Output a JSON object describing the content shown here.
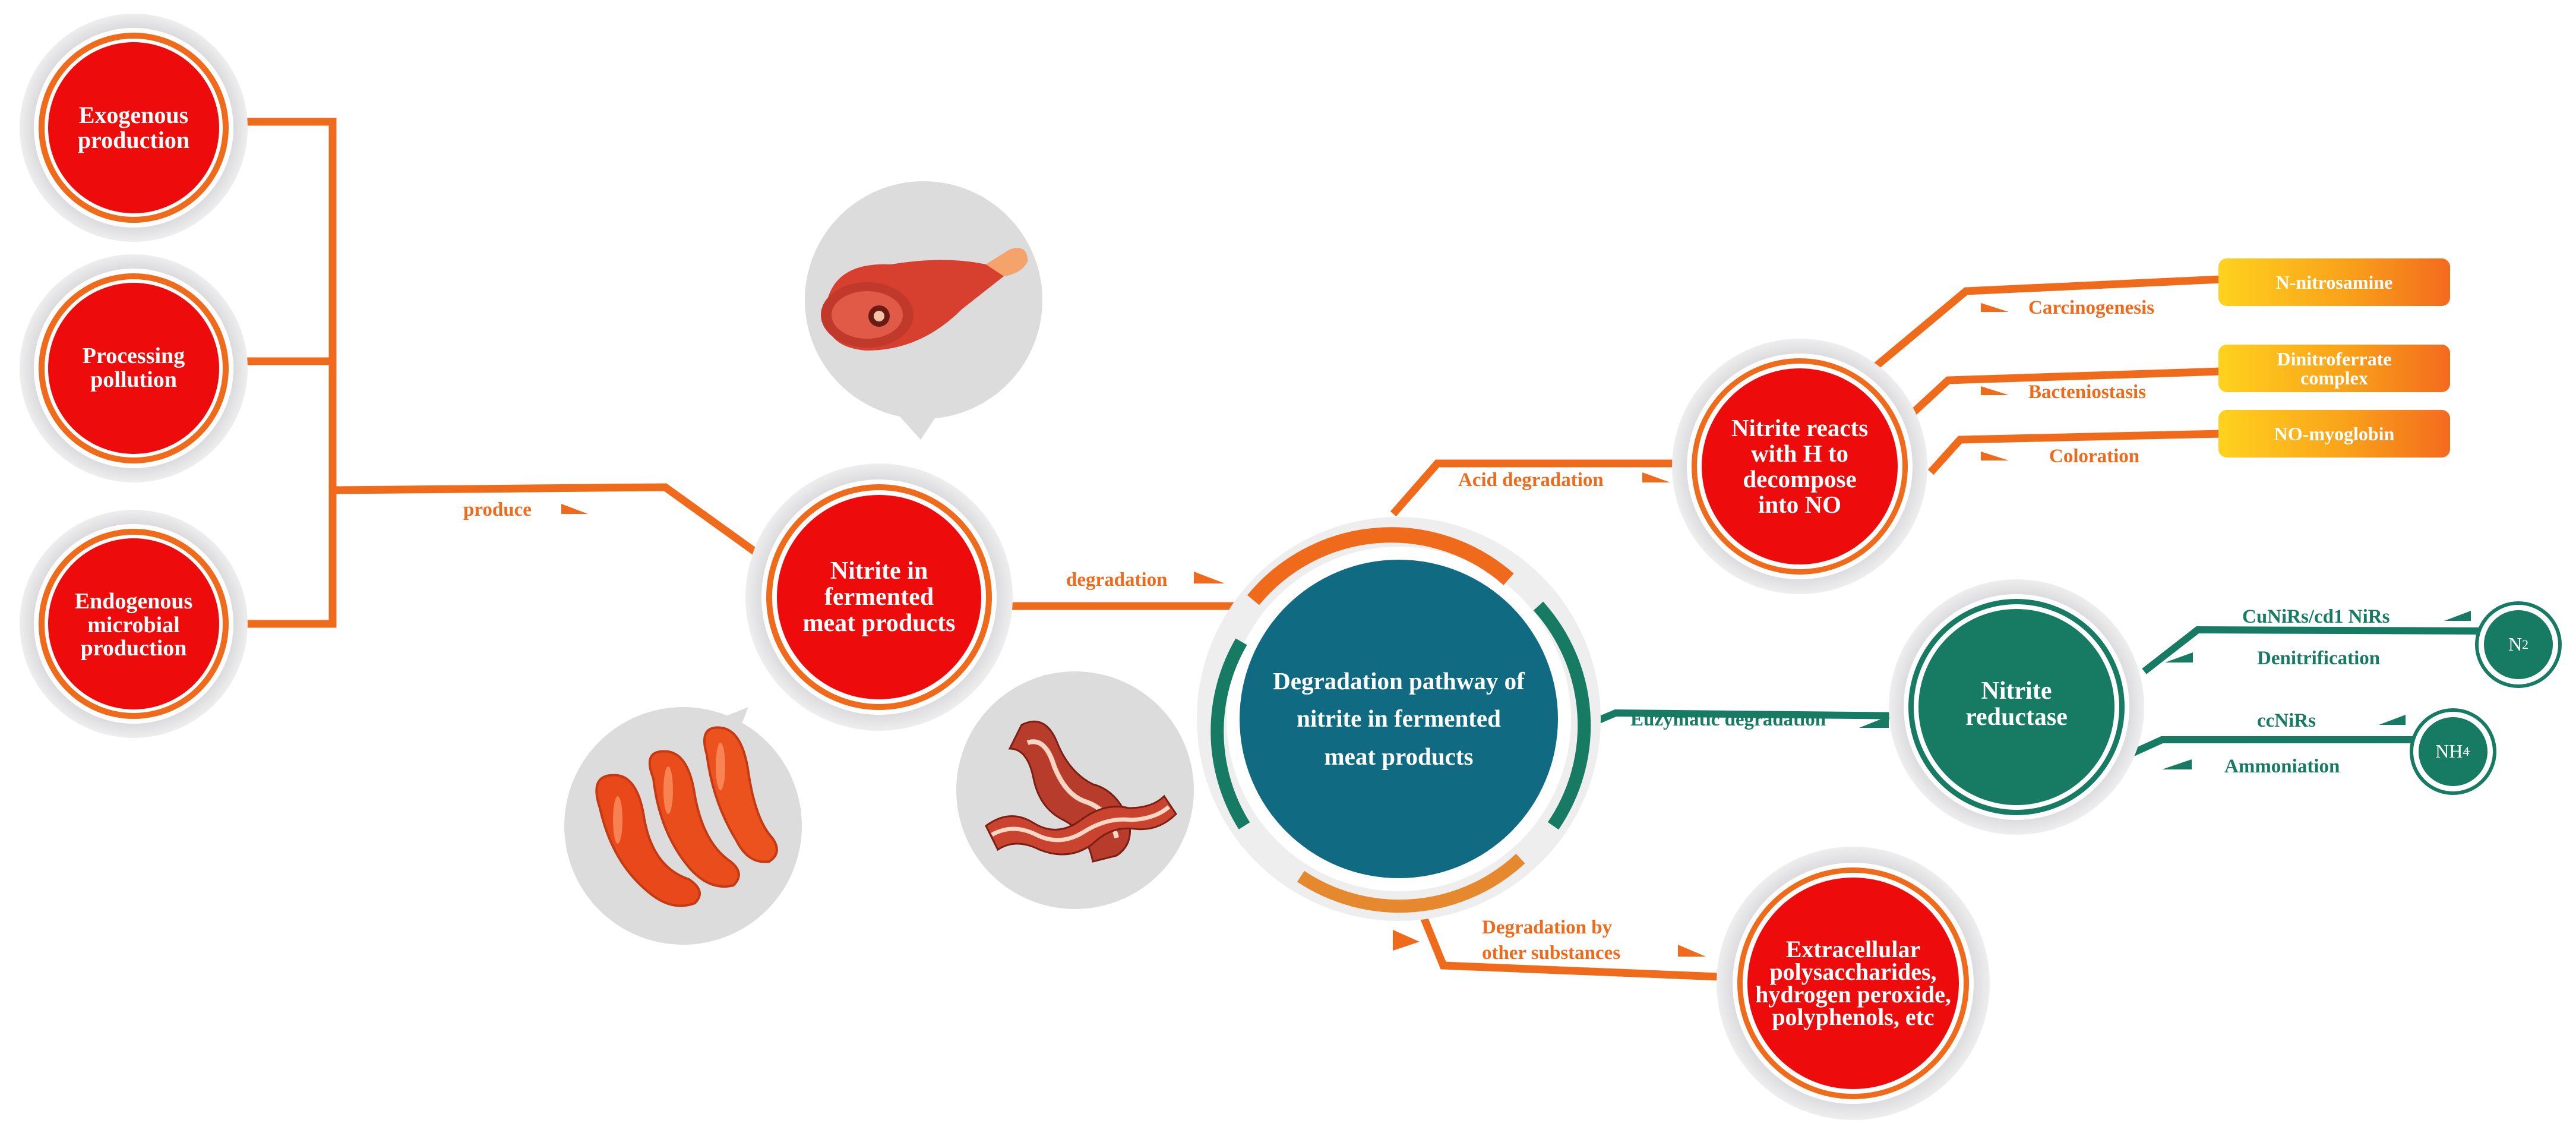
{
  "colors": {
    "orange": "#f06a1c",
    "red": "#ee0b0b",
    "teal": "#0f6a82",
    "green": "#177a63",
    "grey": "#dcdcdd"
  },
  "sources": {
    "exogenous": "Exogenous production",
    "processing": "Processing pollution",
    "endogenous": "Endogenous microbial production"
  },
  "nitrite_node": "Nitrite in fermented meat products",
  "center_node": "Degradation pathway of nitrite in fermented meat products",
  "acid_node": "Nitrite reacts with H to decompose into NO",
  "reductase_node": "Nitrite reductase",
  "other_node": "Extracellular polysaccharides, hydrogen peroxide, polyphenols, etc",
  "edges": {
    "produce": "produce",
    "degradation": "degradation",
    "acid": "Acid degradation",
    "enzymatic": "Euzymatic degradation",
    "other": "Degradation by other substances",
    "carcinogenesis": "Carcinogenesis",
    "bacteriostasis": "Bacteniostasis",
    "coloration": "Coloration",
    "cunirs": "CuNiRs/cd1 NiRs",
    "denitrification": "Denitrification",
    "ccnirs": "ccNiRs",
    "ammoniation": "Ammoniation"
  },
  "products": {
    "nitrosamine": "N-nitrosamine",
    "dinitroferrate": "Dinitroferrate complex",
    "myoglobin": "NO-myoglobin",
    "n2": "N",
    "n2_sub": "2",
    "nh4": "NH",
    "nh4_sub": "4",
    "nh4_sup": "+"
  },
  "icons": [
    "ham-icon",
    "sausages-icon",
    "bacon-icon"
  ]
}
